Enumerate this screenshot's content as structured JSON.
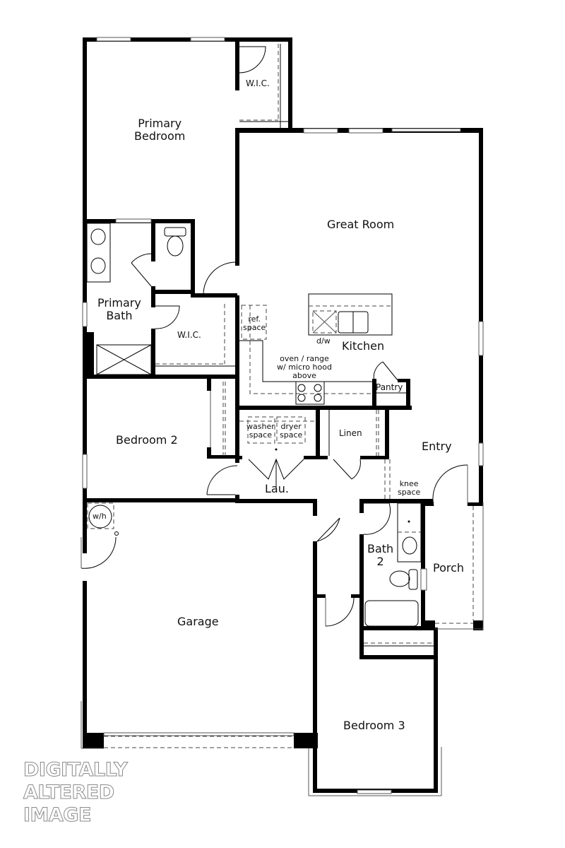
{
  "floor_plan": {
    "rooms": {
      "primary_bedroom": "Primary\nBedroom",
      "primary_bedroom_l1": "Primary",
      "primary_bedroom_l2": "Bedroom",
      "wic_top": "W.I.C.",
      "great_room": "Great Room",
      "primary_bath_l1": "Primary",
      "primary_bath_l2": "Bath",
      "wic_bath": "W.I.C.",
      "kitchen": "Kitchen",
      "pantry": "Pantry",
      "bedroom_2": "Bedroom 2",
      "linen": "Linen",
      "laundry": "Lau.",
      "entry": "Entry",
      "bath_2_l1": "Bath",
      "bath_2_l2": "2",
      "porch": "Porch",
      "garage": "Garage",
      "bedroom_3": "Bedroom 3"
    },
    "fixtures": {
      "ref_space_l1": "ref.",
      "ref_space_l2": "space",
      "dishwasher": "d/w",
      "oven_l1": "oven / range",
      "oven_l2": "w/ micro hood",
      "oven_l3": "above",
      "washer_l1": "washer",
      "washer_l2": "space",
      "dryer_l1": "dryer",
      "dryer_l2": "space",
      "knee_l1": "knee",
      "knee_l2": "space",
      "water_heater": "w/h"
    },
    "watermark": {
      "line1": "DIGITALLY",
      "line2": "ALTERED",
      "line3": "IMAGE"
    }
  }
}
